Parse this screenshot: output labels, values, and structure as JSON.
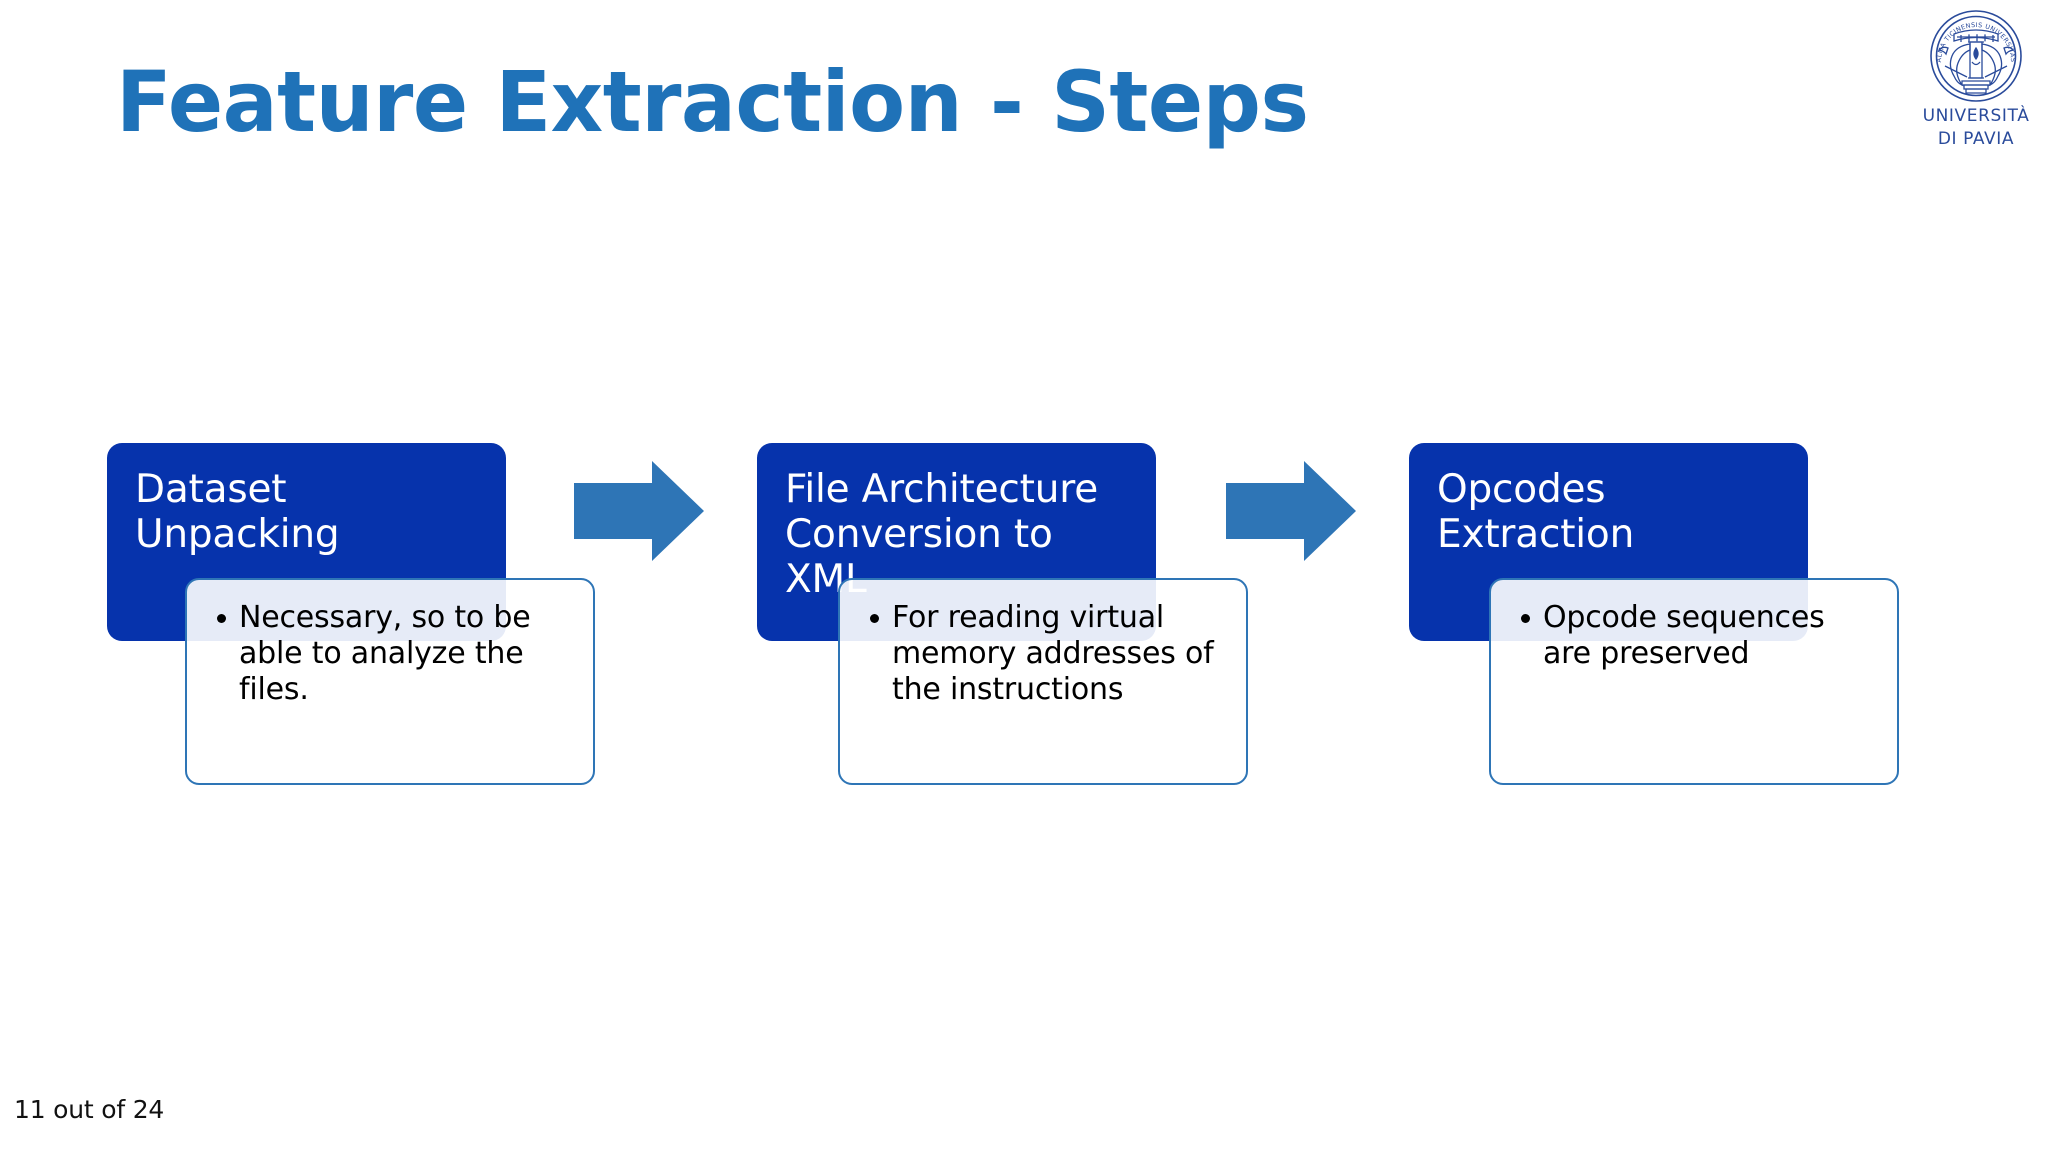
{
  "slide": {
    "title": "Feature Extraction - Steps",
    "title_color": "#1F72B8",
    "page_counter": "11 out of 24",
    "background_color": "#FFFFFF"
  },
  "logo": {
    "name": "university-of-pavia-logo",
    "line1": "UNIVERSITÀ",
    "line2": "DI PAVIA",
    "seal_motto": "ALMA TICINENSIS UNIVERSITAS",
    "color": "#2A4B9B"
  },
  "diagram": {
    "type": "process-flow",
    "box_color": "#0633AC",
    "box_text_color": "#FFFFFF",
    "arrow_color": "#2E75B6",
    "callout_border_color": "#2E75B6",
    "callout_background_color": "#FFFFFF",
    "steps": [
      {
        "title": "Dataset\nUnpacking",
        "bullets": [
          "Necessary, so to be able to analyze the files."
        ]
      },
      {
        "title": "File Architecture\nConversion to\nXML",
        "bullets": [
          "For reading virtual memory addresses of the instructions"
        ]
      },
      {
        "title": "Opcodes\nExtraction",
        "bullets": [
          "Opcode sequences are preserved"
        ]
      }
    ],
    "arrows": [
      {
        "name": "arrow-step1-to-step2"
      },
      {
        "name": "arrow-step2-to-step3"
      }
    ]
  }
}
